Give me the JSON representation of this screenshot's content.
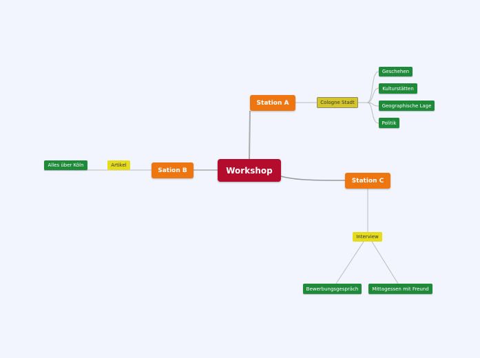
{
  "root": "Workshop",
  "stations": {
    "a": "Station A",
    "b": "Sation B",
    "c": "Station C"
  },
  "station_a": {
    "sub": "Cologne Stadt",
    "children": [
      "Geschehen",
      "Kulturstätten",
      "Geographische Lage",
      "Politik"
    ]
  },
  "station_b": {
    "sub": "Artikel",
    "child": "Alles über Köln"
  },
  "station_c": {
    "sub": "Interview",
    "children": [
      "Bewerbungsgespräch",
      "Mittagessen mit Freund"
    ]
  },
  "colors": {
    "root": "#b30c2c",
    "main": "#ee7611",
    "yellow": "#e6dc1e",
    "green": "#1e8a3a",
    "background": "#f2f5fe"
  }
}
